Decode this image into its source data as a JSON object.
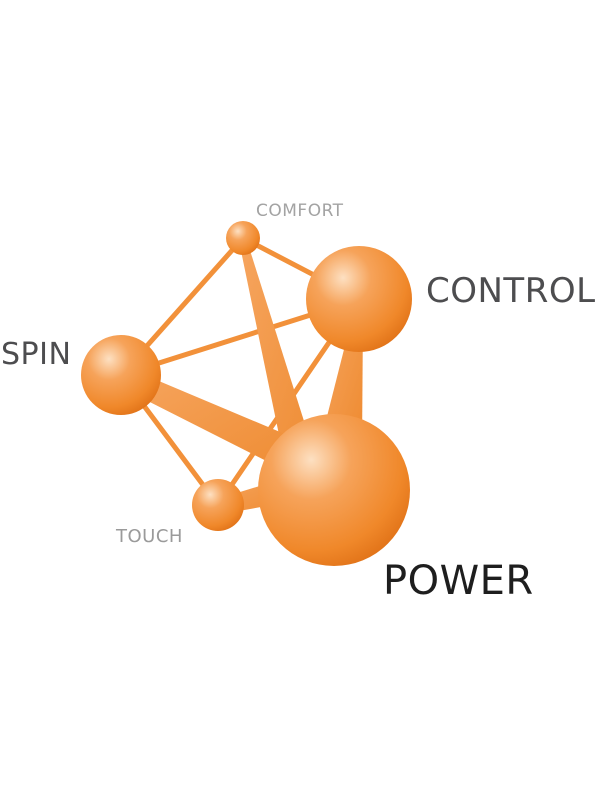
{
  "labels": {
    "comfort": "COMFORT",
    "control": "CONTROL",
    "spin": "SPIN",
    "touch": "TOUCH",
    "power": "POWER"
  },
  "colors": {
    "node_orange": "#f08a2c",
    "node_highlight": "#fcd0a6",
    "link_orange": "#f2913a",
    "label_dark": "#1e1e1e",
    "label_mid": "#4d4d4f",
    "label_light": "#a3a3a3"
  }
}
